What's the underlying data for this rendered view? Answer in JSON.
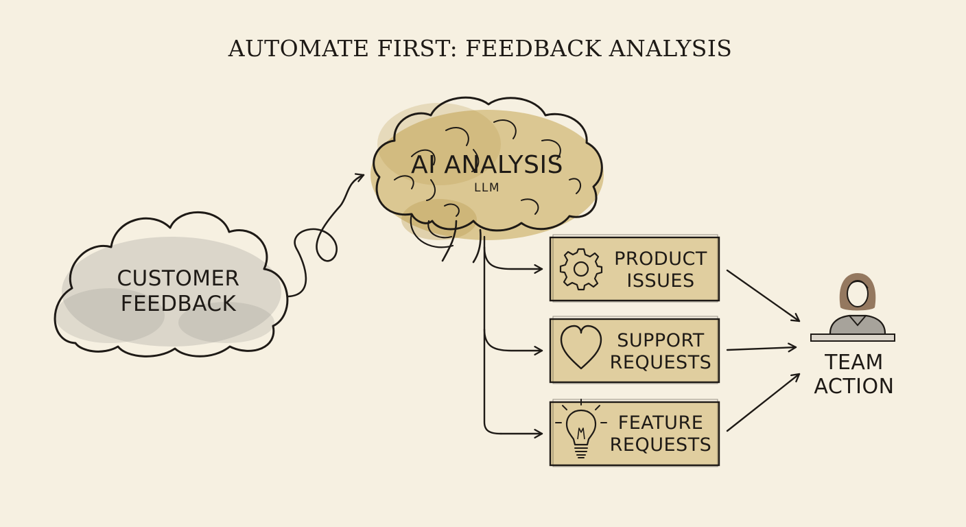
{
  "title": "AUTOMATE FIRST: FEEDBACK ANALYSIS",
  "source": {
    "line1": "CUSTOMER",
    "line2": "FEEDBACK"
  },
  "processor": {
    "title": "AI ANALYSIS",
    "subtitle": "LLM"
  },
  "categories": [
    {
      "line1": "PRODUCT",
      "line2": "ISSUES",
      "icon": "gear-icon"
    },
    {
      "line1": "SUPPORT",
      "line2": "REQUESTS",
      "icon": "heart-icon"
    },
    {
      "line1": "FEATURE",
      "line2": "REQUESTS",
      "icon": "lightbulb-icon"
    }
  ],
  "outcome": {
    "line1": "TEAM",
    "line2": "ACTION",
    "icon": "person-icon"
  },
  "colors": {
    "background": "#f6f0e1",
    "ink": "#1e1a16",
    "gold_wash": "#c9ab5e",
    "gray_wash": "#a8a5a0"
  }
}
